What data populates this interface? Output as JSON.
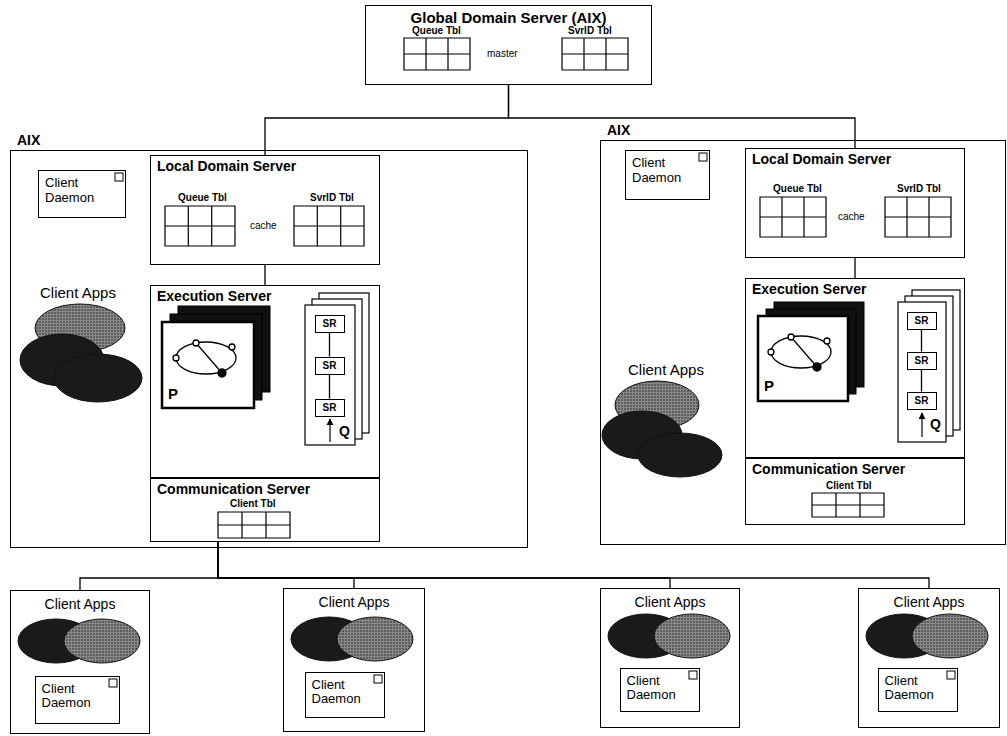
{
  "diagram": {
    "nodes": [
      {
        "text": [
          "Global Domain Server (AIX)"
        ]
      },
      {
        "text": [
          "AIX"
        ]
      },
      {
        "text": [
          "Client Daemon"
        ],
        "in": 1
      },
      {
        "text": [
          "Local Domain Server"
        ],
        "in": 1
      },
      {
        "text": [
          "Execution Server"
        ],
        "in": 1
      },
      {
        "text": [
          "SR"
        ],
        "in": 4
      },
      {
        "text": [
          "SR"
        ],
        "in": 4
      },
      {
        "text": [
          "SR"
        ],
        "in": 4
      },
      {
        "text": [
          "Communication Server"
        ],
        "in": 1
      },
      {
        "text": [
          "AIX"
        ]
      },
      {
        "text": [
          "Client Daemon"
        ],
        "in": 9
      },
      {
        "text": [
          "Local Domain Server"
        ],
        "in": 9
      },
      {
        "text": [
          "Execution Server"
        ],
        "in": 9
      },
      {
        "text": [
          "SR"
        ],
        "in": 12
      },
      {
        "text": [
          "SR"
        ],
        "in": 12
      },
      {
        "text": [
          "SR"
        ],
        "in": 12
      },
      {
        "text": [
          "Communication Server"
        ],
        "in": 9
      },
      {
        "text": [
          "Client Apps"
        ]
      },
      {
        "text": [
          "Client Daemon"
        ],
        "in": 17
      },
      {
        "text": [
          "Client Apps"
        ]
      },
      {
        "text": [
          "Client Daemon"
        ],
        "in": 19
      },
      {
        "text": [
          "Client Apps"
        ]
      },
      {
        "text": [
          "Client Daemon"
        ],
        "in": 21
      },
      {
        "text": [
          "Client Apps"
        ]
      },
      {
        "text": [
          "Client Daemon"
        ],
        "in": 23
      }
    ],
    "edges": [
      {
        "from": 0,
        "to": 3,
        "arrow": "none"
      },
      {
        "from": 0,
        "to": 11,
        "arrow": "none"
      },
      {
        "from": 3,
        "to": 4,
        "arrow": "none"
      },
      {
        "from": 11,
        "to": 12,
        "arrow": "none"
      },
      {
        "from": 5,
        "to": 6,
        "arrow": "none"
      },
      {
        "from": 6,
        "to": 7,
        "arrow": "none"
      },
      {
        "from": 13,
        "to": 14,
        "arrow": "none"
      },
      {
        "from": 14,
        "to": 15,
        "arrow": "none"
      },
      {
        "from": 8,
        "to": 17,
        "arrow": "none"
      },
      {
        "from": 8,
        "to": 19,
        "arrow": "none"
      },
      {
        "from": 8,
        "to": 21,
        "arrow": "none"
      },
      {
        "from": 8,
        "to": 23,
        "arrow": "none"
      }
    ],
    "labels": [
      "Queue Tbl",
      "master",
      "SvrID Tbl",
      "Client Apps",
      "Queue Tbl",
      "cache",
      "SvrID Tbl",
      "P",
      "Q",
      "Client Tbl",
      "Client Apps",
      "Queue Tbl",
      "cache",
      "SvrID Tbl",
      "P",
      "Q",
      "Client Tbl"
    ]
  }
}
